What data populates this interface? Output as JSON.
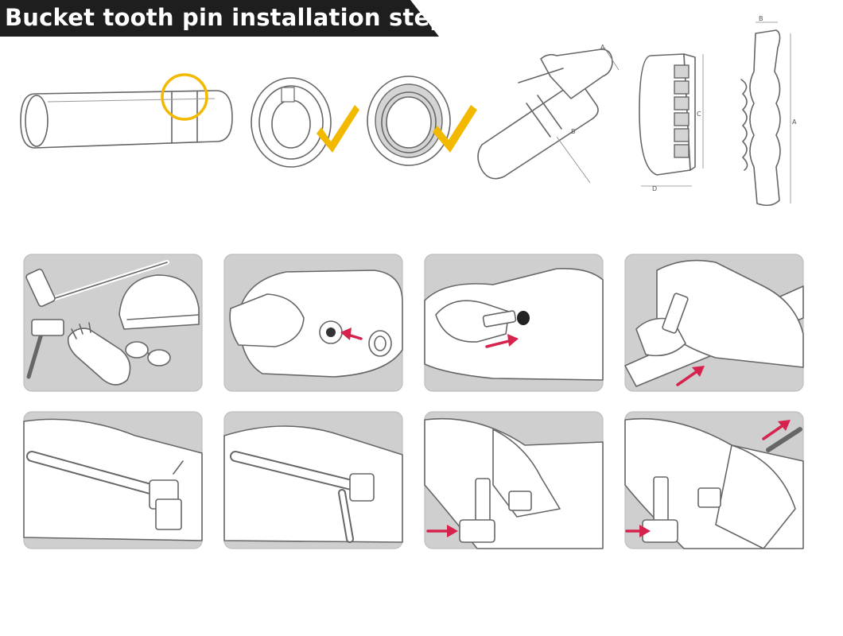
{
  "title": "Bucket tooth pin installation steps",
  "dimension_labels": {
    "pin_length": "A",
    "pin_width": "B",
    "block_height": "C",
    "block_depth": "D",
    "tooth_width": "B",
    "tooth_length": "A"
  },
  "colors": {
    "banner": "#1e1e1e",
    "highlight": "#f2b900",
    "arrow": "#d6234d",
    "panel": "#cfcfcf"
  },
  "steps": [
    {
      "icon": "tools-helmet-gloves-goggles-icon"
    },
    {
      "icon": "insert-retainer-into-adapter-icon"
    },
    {
      "icon": "push-pin-into-hole-icon"
    },
    {
      "icon": "hammer-pin-in-icon"
    },
    {
      "icon": "drive-pin-with-bar-icon"
    },
    {
      "icon": "drive-pin-with-bar-closeup-icon"
    },
    {
      "icon": "hammer-strike-pin-icon"
    },
    {
      "icon": "pin-seated-icon"
    }
  ]
}
